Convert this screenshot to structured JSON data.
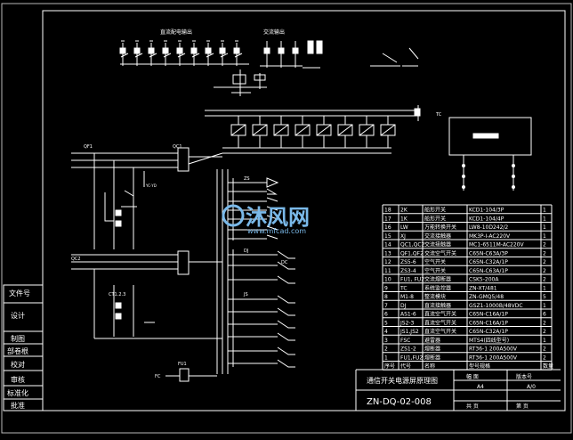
{
  "drawing": {
    "side_labels": [
      "文件号",
      "设计",
      "制图",
      "部卷根",
      "校对",
      "审核",
      "标准化",
      "批准"
    ],
    "top_labels": [
      "直流配电输出",
      "交流输出"
    ],
    "labels": {
      "qf1": "QF1",
      "qc1": "QC1",
      "qc2": "QC2",
      "ycyd": "YC·YD",
      "ct": "CT1.2.3",
      "fu": "FU1",
      "fc": "FC",
      "tc": "TC",
      "zs": "ZS",
      "dj": "DJ",
      "js": "JS",
      "dc": "DC"
    },
    "footer": {
      "title": "通信开关电源屏原理图",
      "size_label": "幅  面",
      "size_value": "A4",
      "sheet_label": "版本号",
      "sheet_value": "A/0",
      "drawing_no": "ZN-DQ-02-008",
      "pages": "共  页",
      "page": "第  页"
    },
    "table_headers": [
      "序号",
      "代号",
      "名称",
      "型号规格",
      "数量"
    ],
    "parts": [
      {
        "no": "18",
        "code": "2K",
        "name": "船形开关",
        "model": "KCD1-104/3P",
        "qty": "1"
      },
      {
        "no": "17",
        "code": "1K",
        "name": "船形开关",
        "model": "KCD1-104/4P",
        "qty": "1"
      },
      {
        "no": "16",
        "code": "LW",
        "name": "万能转换开关",
        "model": "LW8-10D242/2",
        "qty": "1"
      },
      {
        "no": "15",
        "code": "XJ",
        "name": "交流接触器",
        "model": "MK3P-I-AC220V",
        "qty": "1"
      },
      {
        "no": "14",
        "code": "QC1,QC2",
        "name": "交流接触器",
        "model": "MC1-6511M-AC220V",
        "qty": "2"
      },
      {
        "no": "13",
        "code": "QF1,QF2",
        "name": "交流空气开关",
        "model": "C65N-C63A/3P",
        "qty": "2"
      },
      {
        "no": "12",
        "code": "ZS5-6",
        "name": "空气开关",
        "model": "C65N-C32A/1P",
        "qty": "2"
      },
      {
        "no": "11",
        "code": "ZS3-4",
        "name": "空气开关",
        "model": "C65N-C63A/1P",
        "qty": "2"
      },
      {
        "no": "10",
        "code": "FU1, FU2",
        "name": "交流熔断器",
        "model": "CSK5-200A",
        "qty": "2"
      },
      {
        "no": "9",
        "code": "TC",
        "name": "系统监控器",
        "model": "ZN-XT/481",
        "qty": "1"
      },
      {
        "no": "8",
        "code": "M1-8",
        "name": "整流模块",
        "model": "ZN-GMQ5/48",
        "qty": "5"
      },
      {
        "no": "7",
        "code": "DJ",
        "name": "直流接触器",
        "model": "GSZ1-1000B/48VDC",
        "qty": "1"
      },
      {
        "no": "6",
        "code": "AS1-6",
        "name": "直流空气开关",
        "model": "C65N-C16A/1P",
        "qty": "6"
      },
      {
        "no": "5",
        "code": "JS2-3",
        "name": "直流空气开关",
        "model": "C65N-C16A/1P",
        "qty": "2"
      },
      {
        "no": "4",
        "code": "JS1,JS2",
        "name": "直流空气开关",
        "model": "C65N-C32A/1P",
        "qty": "2"
      },
      {
        "no": "3",
        "code": "FSC",
        "name": "避雷器",
        "model": "MTS4(四线型号)",
        "qty": "1"
      },
      {
        "no": "2",
        "code": "ZS1-2",
        "name": "熔断器",
        "model": "RT36-1  200A500V",
        "qty": "2"
      },
      {
        "no": "1",
        "code": "FU1,FU2",
        "name": "熔断器",
        "model": "RT36-1  200A500V",
        "qty": "2"
      }
    ],
    "colors": {
      "background": "#000000",
      "line": "#ffffff",
      "frame": "#b9b9b9",
      "watermark": "#7ab9e9"
    },
    "watermark": {
      "logo": "沐风网",
      "url": "www.mfcad.com"
    }
  }
}
